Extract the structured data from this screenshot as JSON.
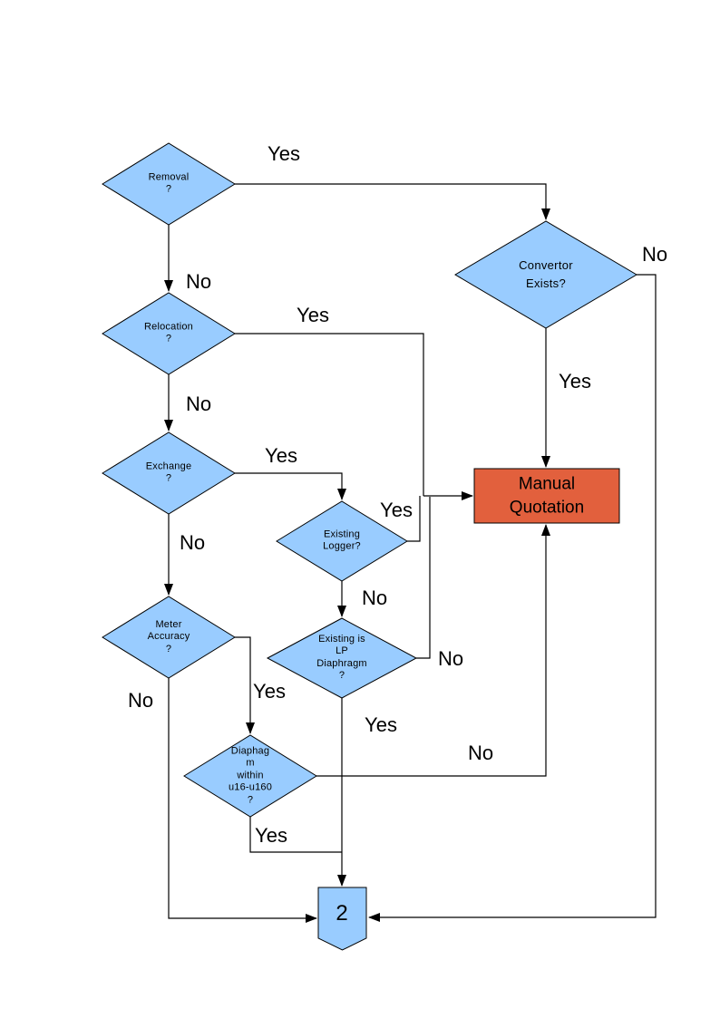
{
  "colors": {
    "node_fill": "#99CCFF",
    "node_border": "#000000",
    "highlight_fill": "#E2603D",
    "line": "#000000"
  },
  "nodes": {
    "removal": {
      "label": "Removal\n?"
    },
    "convertor_exists": {
      "label": "Convertor\nExists?"
    },
    "relocation": {
      "label": "Relocation\n?"
    },
    "exchange": {
      "label": "Exchange\n?"
    },
    "existing_logger": {
      "label": "Existing\nLogger?"
    },
    "meter_accuracy": {
      "label": "Meter\nAccuracy\n?"
    },
    "existing_lp_diaphragm": {
      "label": "Existing is\nLP\nDiaphragm\n?"
    },
    "diaphragm_within_range": {
      "label": "Diaphag\nm\nwithin\nu16-u160\n?"
    },
    "manual_quotation": {
      "label": "Manual\nQuotation"
    },
    "offpage_connector": {
      "label": "2"
    }
  },
  "edge_labels": {
    "removal_yes": "Yes",
    "removal_no": "No",
    "convertor_no": "No",
    "convertor_yes": "Yes",
    "relocation_yes": "Yes",
    "relocation_no": "No",
    "exchange_yes": "Yes",
    "exchange_no": "No",
    "existing_logger_yes": "Yes",
    "existing_logger_no": "No",
    "lp_diaphragm_no": "No",
    "lp_diaphragm_yes": "Yes",
    "meter_accuracy_yes": "Yes",
    "meter_accuracy_no": "No",
    "diaphragm_range_yes": "Yes",
    "diaphragm_range_no": "No"
  }
}
